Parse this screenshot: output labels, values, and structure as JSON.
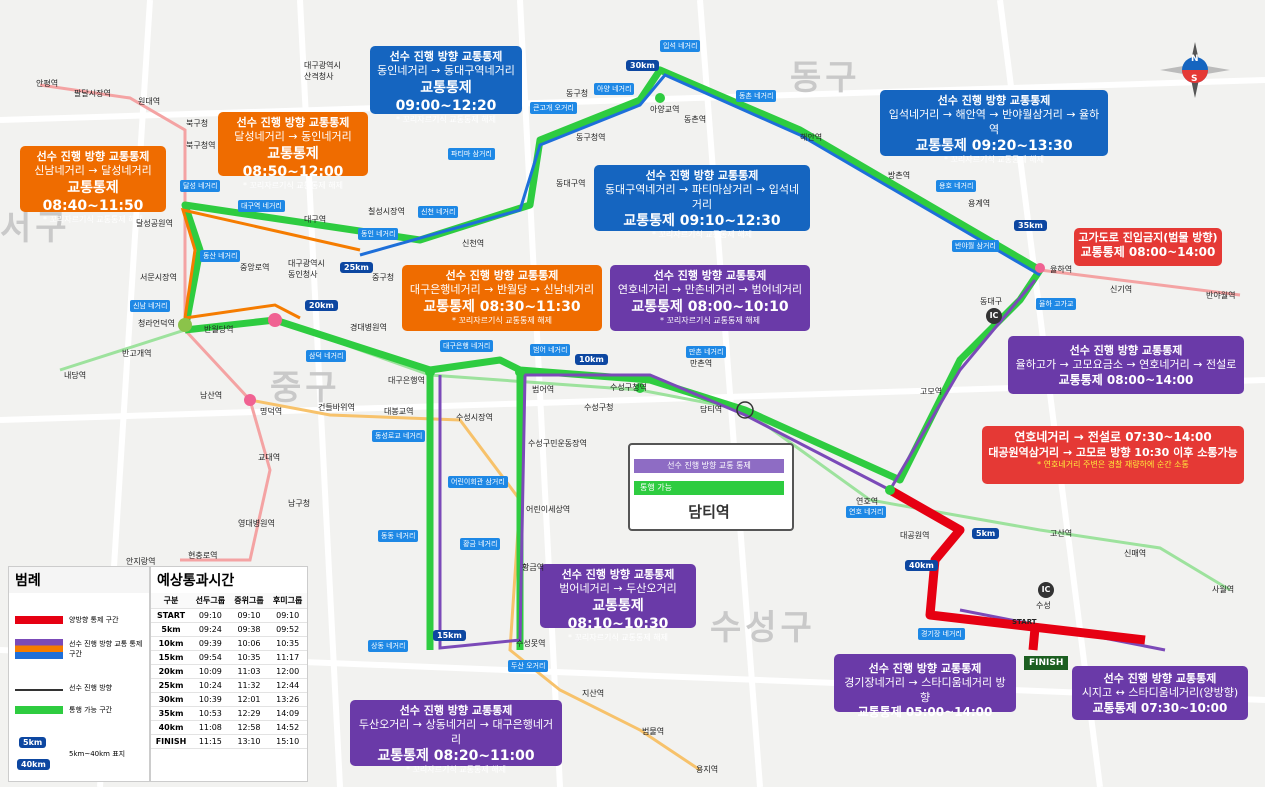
{
  "districts": {
    "dong": "동구",
    "jung": "중구",
    "suseong": "수성구",
    "seo": "서구"
  },
  "callouts": [
    {
      "id": "c1",
      "color": "orange",
      "header": "선수 진행 방향 교통통제",
      "route": "신남네거리 → 달성네거리",
      "time": "교통통제 08:40~11:50",
      "note": "* 꼬리자르기식 교통통제 해제"
    },
    {
      "id": "c2",
      "color": "orange",
      "header": "선수 진행 방향 교통통제",
      "route": "달성네거리 → 동인네거리",
      "time": "교통통제 08:50~12:00",
      "note": "* 꼬리자르기식 교통통제 해제"
    },
    {
      "id": "c3",
      "color": "blue",
      "header": "선수 진행 방향 교통통제",
      "route": "동인네거리 → 동대구역네거리",
      "time": "교통통제 09:00~12:20",
      "note": "* 꼬리자르기식 교통통제 해제"
    },
    {
      "id": "c4",
      "color": "blue",
      "header": "선수 진행 방향 교통통제",
      "route": "동대구역네거리 → 파티마삼거리 → 입석네거리",
      "time": "교통통제 09:10~12:30",
      "note": "* 꼬리자르기식 교통통제 해제"
    },
    {
      "id": "c5",
      "color": "blue",
      "header": "선수 진행 방향 교통통제",
      "route": "입석네거리 → 해안역 → 반야월삼거리 → 율하역",
      "time": "교통통제 09:20~13:30",
      "note": "* 꼬리자르기식 교통통제 해제"
    },
    {
      "id": "c6",
      "color": "red",
      "header": "",
      "route": "고가도로 진입금지(범물 방향)",
      "time": "교통통제 08:00~14:00",
      "note": ""
    },
    {
      "id": "c7",
      "color": "orange",
      "header": "선수 진행 방향 교통통제",
      "route": "대구은행네거리 → 반월당 → 신남네거리",
      "time": "교통통제 08:30~11:30",
      "note": "* 꼬리자르기식 교통통제 해제"
    },
    {
      "id": "c8",
      "color": "purple",
      "header": "선수 진행 방향 교통통제",
      "route": "연호네거리 → 만촌네거리 → 범어네거리",
      "time": "교통통제 08:00~10:10",
      "note": "* 꼬리자르기식 교통통제 해제"
    },
    {
      "id": "c9",
      "color": "purple",
      "header": "선수 진행 방향 교통통제",
      "route": "율하고가 → 고모요금소 → 연호네거리 → 전설로",
      "time": "교통통제 08:00~14:00",
      "note": ""
    },
    {
      "id": "c10",
      "color": "red",
      "header": "",
      "route": "연호네거리 → 전설로 07:30~14:00",
      "time": "대공원역삼거리 → 고모로 방향 10:30 이후 소통가능",
      "note": "* 연호네거리 주변은 경찰 재량하에 순간 소통"
    },
    {
      "id": "c11",
      "color": "purple",
      "header": "선수 진행 방향 교통통제",
      "route": "범어네거리 → 두산오거리",
      "time": "교통통제 08:10~10:30",
      "note": "* 꼬리자르기식 교통통제 해제"
    },
    {
      "id": "c12",
      "color": "purple",
      "header": "선수 진행 방향 교통통제",
      "route": "경기장네거리 → 스타디움네거리 방향",
      "time": "교통통제 05:00~14:00",
      "note": ""
    },
    {
      "id": "c13",
      "color": "purple",
      "header": "선수 진행 방향 교통통제",
      "route": "시지고 ↔ 스타디움네거리(양방향)",
      "time": "교통통제 07:30~10:00",
      "note": ""
    },
    {
      "id": "c14",
      "color": "purple",
      "header": "선수 진행 방향 교통통제",
      "route": "두산오거리 → 상동네거리 → 대구은행네거리",
      "time": "교통통제 08:20~11:00",
      "note": "* 꼬리자르기식 교통통제 해제"
    }
  ],
  "distances": [
    "5km",
    "10km",
    "15km",
    "20km",
    "25km",
    "30km",
    "35km",
    "40km"
  ],
  "intersections": [
    "달성 네거리",
    "대구역 네거리",
    "동인 네거리",
    "신천 네거리",
    "파티마 삼거리",
    "큰고개 오거리",
    "아양 네거리",
    "입석 네거리",
    "동촌 네거리",
    "용호 네거리",
    "반야월 삼거리",
    "율하 고가교",
    "동산 네거리",
    "신남 네거리",
    "삼덕 네거리",
    "대구은행 네거리",
    "범어 네거리",
    "만촌 네거리",
    "동성로교 네거리",
    "어린이회관 삼거리",
    "황금 네거리",
    "동동 네거리",
    "상동 네거리",
    "두산 오거리",
    "연호 네거리",
    "경기장 네거리"
  ],
  "stations": [
    "안평역",
    "팔달시장역",
    "원대역",
    "북구청역",
    "달성공원역",
    "서문시장역",
    "청라언덕역",
    "반월당역",
    "경대병원역",
    "대구은행역",
    "범어역",
    "수성구청역",
    "만촌역",
    "담티역",
    "동대구역",
    "칠성시장역",
    "대구역",
    "중앙로역",
    "신천역",
    "동구청역",
    "아양교역",
    "동촌역",
    "해안역",
    "방촌역",
    "용계역",
    "율하역",
    "신기역",
    "반야월역",
    "고모역",
    "연호역",
    "대공원역",
    "고산역",
    "신매역",
    "사월역",
    "수성",
    "동대구",
    "명덕역",
    "교대역",
    "영대병원역",
    "현충로역",
    "안지랑역",
    "남산역",
    "건들바위역",
    "대봉교역",
    "수성시장역",
    "수성구민운동장역",
    "어린이세상역",
    "황금역",
    "수성못역",
    "지산역",
    "범물역",
    "용지역",
    "반고개역",
    "내당역",
    "북구청",
    "대구광역시 산격청사",
    "동구청",
    "대구광역시 동인청사",
    "중구청",
    "수성구청",
    "남구청"
  ],
  "legend": {
    "title": "범례",
    "items": [
      "양방향 통제 구간",
      "선수 진행 방향 교통 통제 구간",
      "선수 진행 방향",
      "통행 가능 구간",
      "5km~40km 표지"
    ],
    "marker_top": "5km",
    "marker_bottom": "40km"
  },
  "timing": {
    "title": "예상통과시간",
    "headers": [
      "구분",
      "선두그룹",
      "중위그룹",
      "후미그룹"
    ],
    "rows": [
      [
        "START",
        "09:10",
        "09:10",
        "09:10"
      ],
      [
        "5km",
        "09:24",
        "09:38",
        "09:52"
      ],
      [
        "10km",
        "09:39",
        "10:06",
        "10:35"
      ],
      [
        "15km",
        "09:54",
        "10:35",
        "11:17"
      ],
      [
        "20km",
        "10:09",
        "11:03",
        "12:00"
      ],
      [
        "25km",
        "10:24",
        "11:32",
        "12:44"
      ],
      [
        "30km",
        "10:39",
        "12:01",
        "13:26"
      ],
      [
        "35km",
        "10:53",
        "12:29",
        "14:09"
      ],
      [
        "40km",
        "11:08",
        "12:58",
        "14:52"
      ],
      [
        "FINISH",
        "11:15",
        "13:10",
        "15:10"
      ]
    ]
  },
  "damti_inset": {
    "top_text": "선수 진행 방향 교통 통제",
    "bottom_text": "통행 가능",
    "station": "담티역"
  },
  "labels": {
    "start": "START",
    "finish": "FINISH",
    "ic1": "IC",
    "ic2": "IC",
    "compass_n": "N",
    "compass_s": "S"
  },
  "colors": {
    "green": "#2ecc40",
    "purple": "#7b4ab8",
    "blue": "#1e6fd9",
    "orange": "#f57c00",
    "red": "#e60012"
  }
}
